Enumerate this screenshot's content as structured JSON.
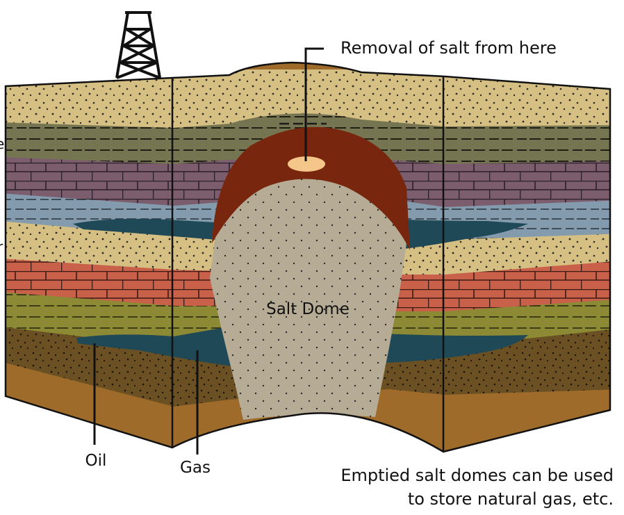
{
  "labels": {
    "removal": "Removal of salt from here",
    "salt_dome": "Salt Dome",
    "oil": "Oil",
    "gas": "Gas",
    "note_line1": "Emptied salt domes can be used",
    "note_line2": "to store natural gas, etc.",
    "left_edge_1": "e",
    "left_edge_2": "r"
  },
  "colors": {
    "sandstone": "#d6bf82",
    "shale_olive": "#767552",
    "limestone_purple": "#7b5d6e",
    "shale_blue": "#849bad",
    "brick_red": "#c8604a",
    "olive_shale": "#8d8a35",
    "dark_soil": "#6a5022",
    "bedrock": "#9e6b2a",
    "salt": "#b6ac96",
    "cap_rock": "#78260d",
    "oil_gas": "#1f4956",
    "removal_spot": "#f5c68a"
  }
}
